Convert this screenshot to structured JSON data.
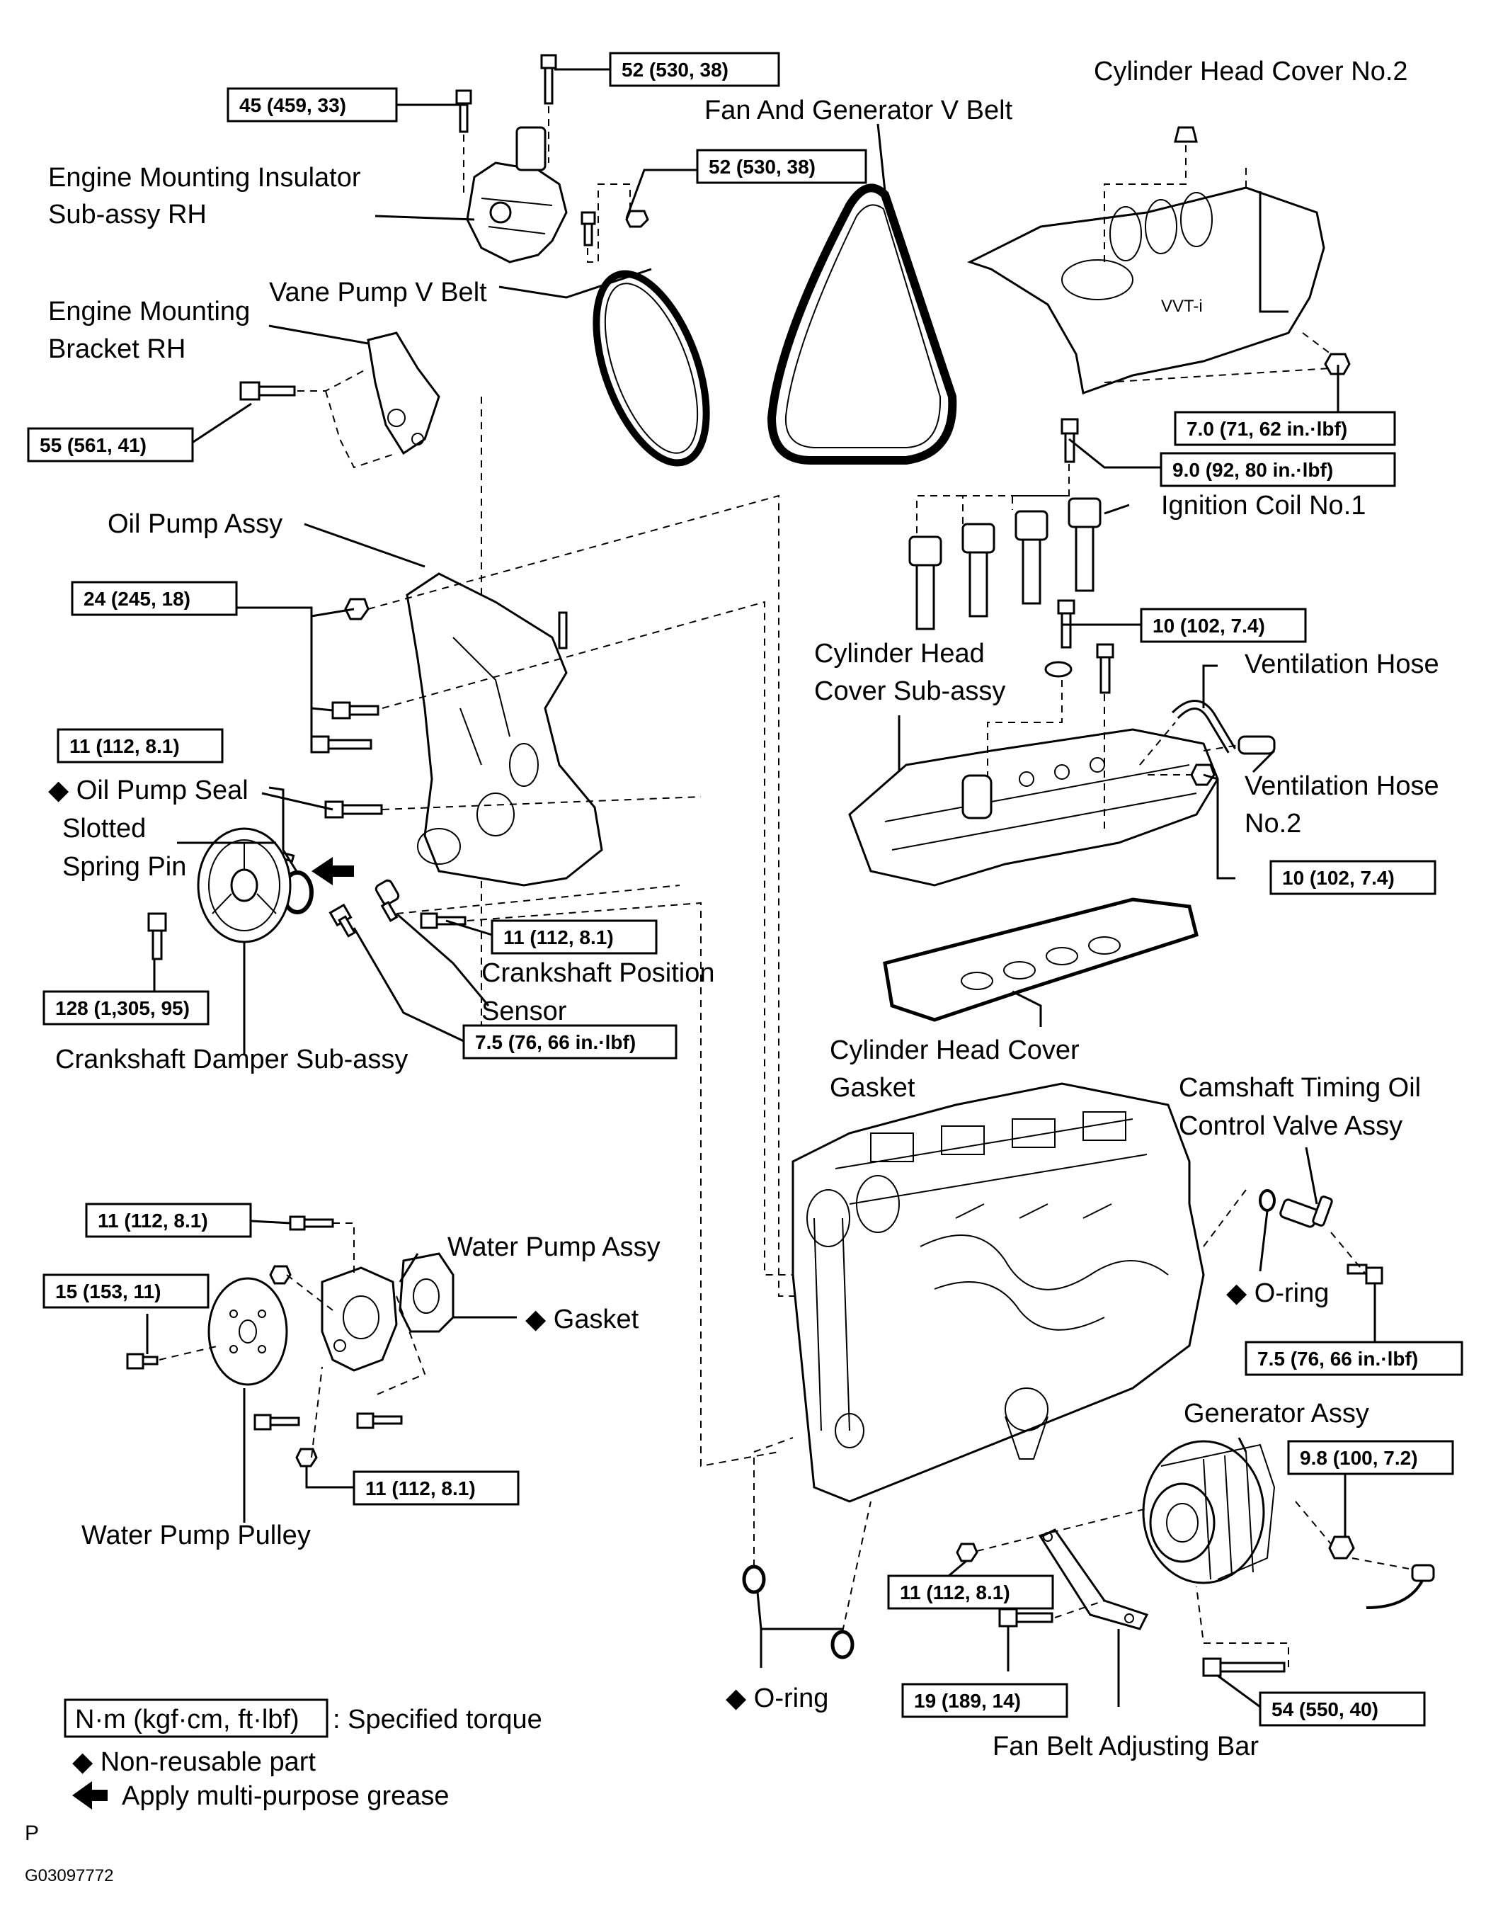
{
  "labels": {
    "cylinder_head_cover_no2": "Cylinder Head Cover No.2",
    "fan_generator_v_belt": "Fan And Generator V Belt",
    "engine_mount_insulator_1": "Engine Mounting Insulator",
    "engine_mount_insulator_2": "Sub-assy RH",
    "engine_mount_bracket_1": "Engine Mounting",
    "engine_mount_bracket_2": "Bracket RH",
    "vane_pump_v_belt": "Vane Pump V Belt",
    "oil_pump_assy": "Oil Pump Assy",
    "ignition_coil": "Ignition Coil No.1",
    "cyl_head_cover_subassy_1": "Cylinder Head",
    "cyl_head_cover_subassy_2": "Cover Sub-assy",
    "ventilation_hose": "Ventilation Hose",
    "ventilation_hose_no2_1": "Ventilation Hose",
    "ventilation_hose_no2_2": "No.2",
    "oil_pump_seal": "◆ Oil Pump Seal",
    "slotted_spring_pin_1": "Slotted",
    "slotted_spring_pin_2": "Spring Pin",
    "crankshaft_position_sensor_1": "Crankshaft Position",
    "crankshaft_position_sensor_2": "Sensor",
    "crankshaft_damper": "Crankshaft Damper Sub-assy",
    "cyl_head_cover_gasket_1": "Cylinder Head Cover",
    "cyl_head_cover_gasket_2": "Gasket",
    "camshaft_ocv_1": "Camshaft Timing Oil",
    "camshaft_ocv_2": "Control Valve Assy",
    "water_pump_assy": "Water Pump Assy",
    "gasket": "◆ Gasket",
    "o_ring_right": "◆ O-ring",
    "generator_assy": "Generator Assy",
    "water_pump_pulley": "Water Pump Pulley",
    "o_ring_bottom": "◆ O-ring",
    "fan_belt_adjusting_bar": "Fan Belt Adjusting Bar"
  },
  "torques": {
    "t1": "52 (530, 38)",
    "t2": "45 (459, 33)",
    "t3": "52 (530, 38)",
    "t4": "55 (561, 41)",
    "t5": "7.0 (71, 62 in.·lbf)",
    "t6": "9.0 (92, 80 in.·lbf)",
    "t7": "24 (245, 18)",
    "t8": "10 (102, 7.4)",
    "t9": "11 (112, 8.1)",
    "t10": "10 (102, 7.4)",
    "t11": "11 (112, 8.1)",
    "t12": "128 (1,305, 95)",
    "t13": "7.5 (76, 66 in.·lbf)",
    "t14": "11 (112, 8.1)",
    "t15": "15 (153, 11)",
    "t16": "7.5 (76, 66 in.·lbf)",
    "t17": "9.8 (100, 7.2)",
    "t18": "11 (112, 8.1)",
    "t19": "11 (112, 8.1)",
    "t20": "19 (189, 14)",
    "t21": "54 (550, 40)"
  },
  "legend": {
    "unit_box": "N·m (kgf·cm, ft·lbf)",
    "unit_text": ": Specified torque",
    "non_reusable": "◆ Non-reusable part",
    "grease": "Apply multi-purpose grease"
  },
  "footer": {
    "page_letter": "P",
    "figure_id": "G03097772"
  }
}
